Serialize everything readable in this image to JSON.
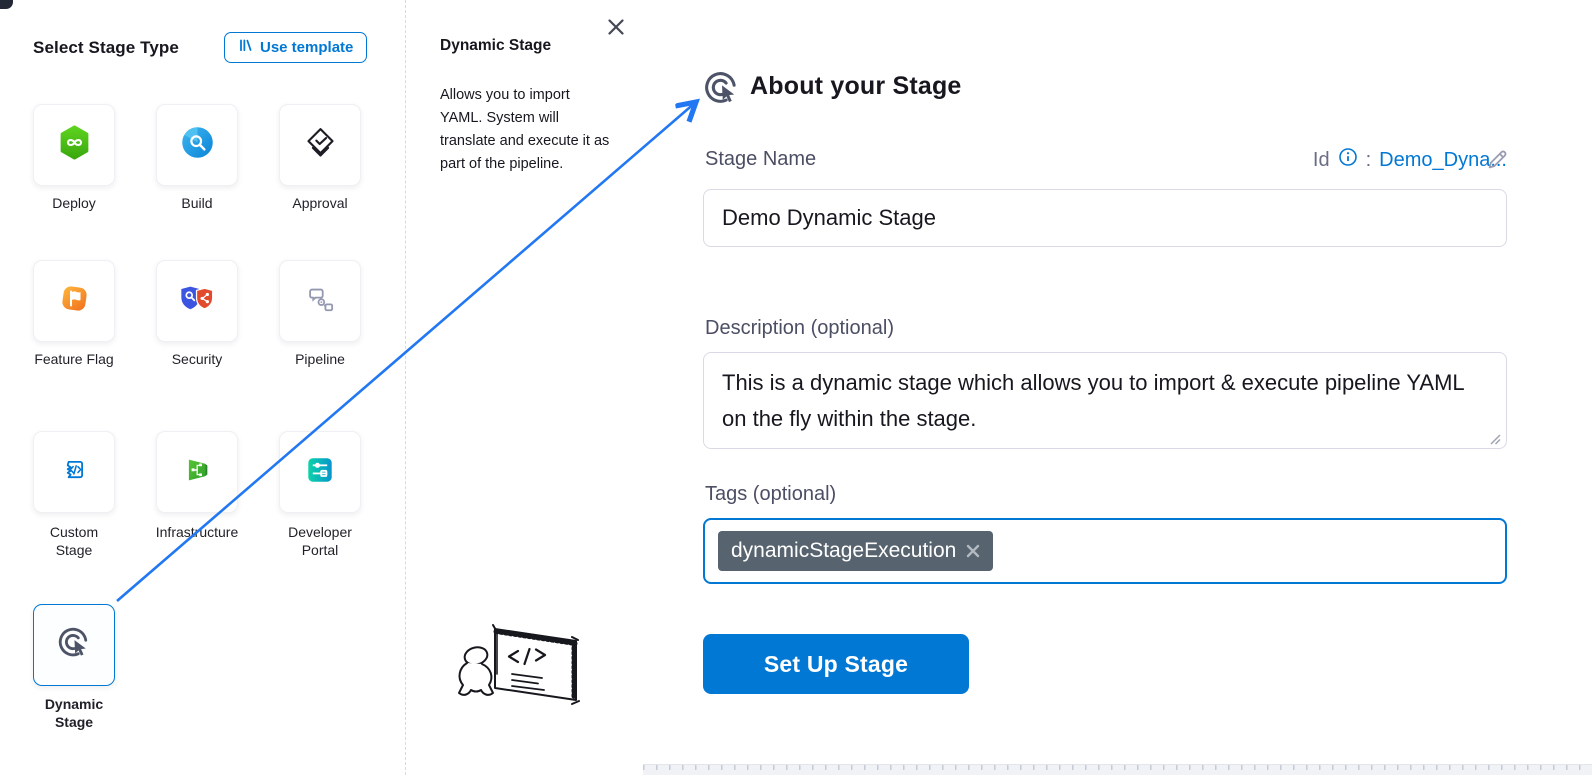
{
  "colors": {
    "accent_blue": "#0278d5",
    "arrow_blue": "#2277f2",
    "chip_bg": "#57636e",
    "label_gray": "#4c4e64",
    "text_dark": "#17171f"
  },
  "left_panel": {
    "title": "Select Stage Type",
    "use_template_label": "Use template",
    "stages": [
      {
        "label": "Deploy"
      },
      {
        "label": "Build"
      },
      {
        "label": "Approval"
      },
      {
        "label": "Feature Flag"
      },
      {
        "label": "Security"
      },
      {
        "label": "Pipeline"
      },
      {
        "label": "Custom Stage"
      },
      {
        "label": "Infrastructure"
      },
      {
        "label": "Developer Portal"
      },
      {
        "label": "Dynamic Stage",
        "selected": true
      }
    ]
  },
  "info_panel": {
    "title": "Dynamic Stage",
    "description": "Allows you to import YAML. System will translate and execute it as part of the pipeline."
  },
  "form": {
    "title": "About your Stage",
    "name_label": "Stage Name",
    "name_value": "Demo Dynamic Stage",
    "id_label": "Id",
    "id_separator": ":",
    "id_value": "Demo_Dyna...",
    "description_label": "Description (optional)",
    "description_value": "This is a dynamic stage which allows you to import & execute pipeline YAML on the fly within the stage.",
    "tags_label": "Tags (optional)",
    "tags": [
      {
        "text": "dynamicStageExecution"
      }
    ],
    "submit_label": "Set Up Stage"
  }
}
